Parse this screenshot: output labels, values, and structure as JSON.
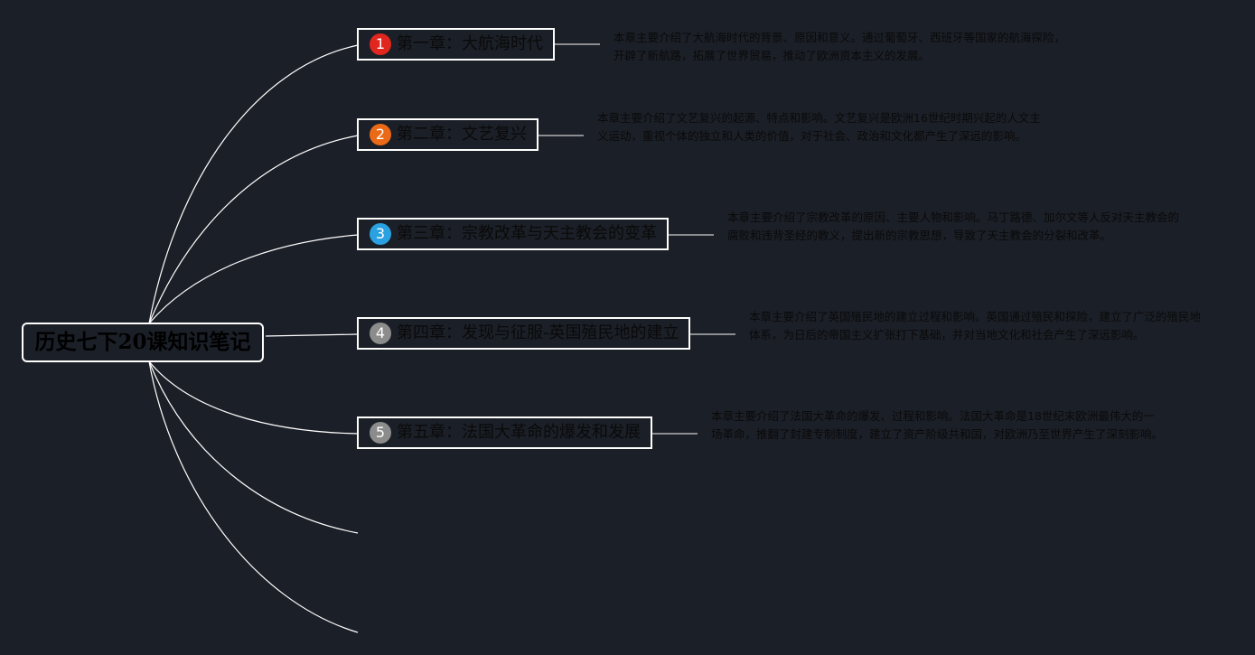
{
  "root": {
    "title": "历史七下20课知识笔记"
  },
  "colors": {
    "background": "#1b1f27",
    "lines": "#ffffff",
    "node_border": "#ffffff",
    "text": "#0a0a0a"
  },
  "topics": [
    {
      "badge": "1",
      "badge_color": "#e0261e",
      "label": "第一章：大航海时代",
      "note": "本章主要介绍了大航海时代的背景、原因和意义。通过葡萄牙、西班牙等国家的航海探险，开辟了新航路，拓展了世界贸易，推动了欧洲资本主义的发展。"
    },
    {
      "badge": "2",
      "badge_color": "#ea6a17",
      "label": "第二章：文艺复兴",
      "note": "本章主要介绍了文艺复兴的起源、特点和影响。文艺复兴是欧洲16世纪时期兴起的人文主义运动，重视个体的独立和人类的价值，对于社会、政治和文化都产生了深远的影响。"
    },
    {
      "badge": "3",
      "badge_color": "#2aa1e0",
      "label": "第三章：宗教改革与天主教会的变革",
      "note": "本章主要介绍了宗教改革的原因、主要人物和影响。马丁路德、加尔文等人反对天主教会的腐败和违背圣经的教义，提出新的宗教思想，导致了天主教会的分裂和改革。"
    },
    {
      "badge": "4",
      "badge_color": "#8c8c8c",
      "label": "第四章：发现与征服-英国殖民地的建立",
      "note": "本章主要介绍了英国殖民地的建立过程和影响。英国通过殖民和探险，建立了广泛的殖民地体系，为日后的帝国主义扩张打下基础，并对当地文化和社会产生了深远影响。"
    },
    {
      "badge": "5",
      "badge_color": "#8c8c8c",
      "label": "第五章：法国大革命的爆发和发展",
      "note": "本章主要介绍了法国大革命的爆发、过程和影响。法国大革命是18世纪末欧洲最伟大的一场革命，推翻了封建专制制度，建立了资产阶级共和国，对欧洲乃至世界产生了深刻影响。"
    }
  ]
}
